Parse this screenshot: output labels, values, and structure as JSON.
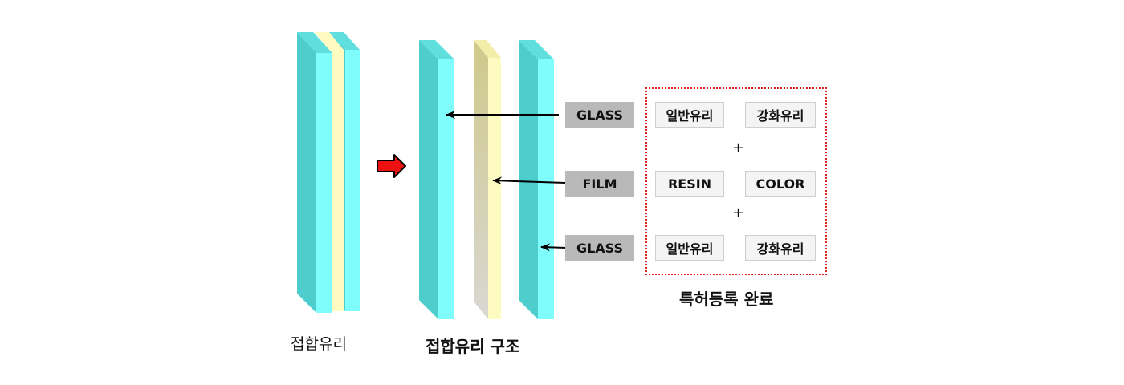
{
  "diagram": {
    "caption_laminated": "접합유리",
    "caption_structure": "접합유리 구조",
    "caption_patent": "특허등록 완료",
    "layers": {
      "glass_top": "GLASS",
      "film": "FILM",
      "glass_bottom": "GLASS"
    },
    "options": {
      "glass_top_general": "일반유리",
      "glass_top_tempered": "강화유리",
      "plus_1": "+",
      "film_resin": "RESIN",
      "film_color": "COLOR",
      "plus_2": "+",
      "glass_bottom_general": "일반유리",
      "glass_bottom_tempered": "강화유리"
    }
  },
  "colors": {
    "glass_side": "#4ecdcd",
    "glass_face": "#7ffcfc",
    "glass_top": "#5fdede",
    "film_side": "#cfc98a",
    "film_face": "#fdfbc0",
    "arrow_red": "#ee1111",
    "frame_red": "#e02020",
    "label_gray": "#b9b9b9"
  }
}
